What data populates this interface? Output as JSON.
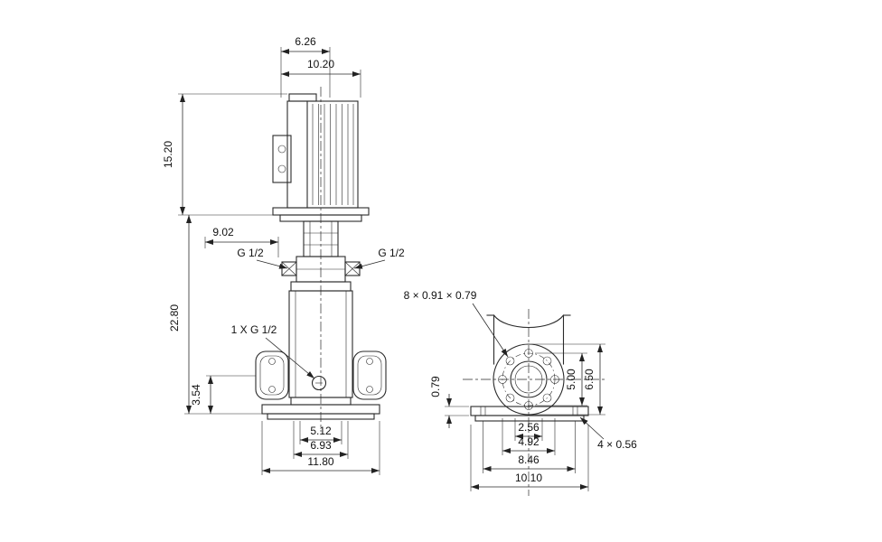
{
  "front_view": {
    "dims": {
      "motor_width": "6.26",
      "motor_overall_width": "10.20",
      "motor_height": "15.20",
      "head_clearance": "9.02",
      "pump_height": "22.80",
      "port_center_height": "3.54",
      "base_span_inner": "5.12",
      "base_span_mid": "6.93",
      "base_width": "11.80"
    },
    "labels": {
      "vent_port_left": "G 1/2",
      "vent_port_right": "G 1/2",
      "drain_port": "1 X G 1/2"
    }
  },
  "end_view": {
    "dims": {
      "base_thickness": "0.79",
      "bolt_circle_diameter": "5.00",
      "flange_diameter": "6.50",
      "hole_span_inner": "2.56",
      "hole_span_outer": "4.92",
      "base_hole_span": "8.46",
      "base_width": "10.10"
    },
    "labels": {
      "flange_holes": "8 × 0.91 × 0.79",
      "base_holes": "4 × 0.56"
    }
  }
}
